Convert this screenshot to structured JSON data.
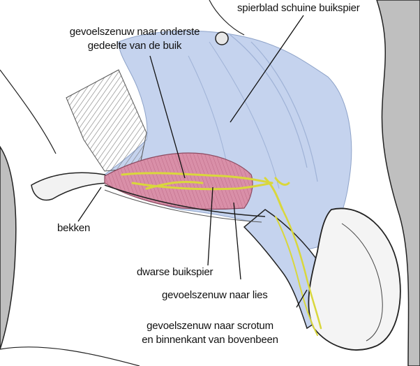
{
  "labels": {
    "abdominal_oblique": "spierblad schuine buikspier",
    "lower_abdomen_nerve_1": "gevoelszenuw naar onderste",
    "lower_abdomen_nerve_2": "gedeelte van de buik",
    "pelvis": "bekken",
    "transverse_muscle": "dwarse buikspier",
    "groin_nerve": "gevoelszenuw naar lies",
    "scrotum_nerve_1": "gevoelszenuw naar scrotum",
    "scrotum_nerve_2": "en binnenkant van bovenbeen"
  },
  "colors": {
    "fascia": "#c5d3ee",
    "muscle": "#d98fa8",
    "nerve": "#d9d73c",
    "outline": "#222222",
    "body_grey": "#bfbfbf"
  }
}
